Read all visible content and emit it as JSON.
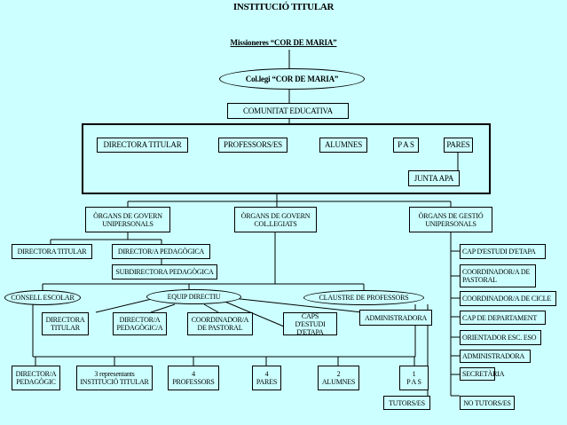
{
  "title": "INSTITUCIÓ TITULAR",
  "missioneres": "Missioneres “COR DE MARIA”",
  "collegi": "Col.legi “COR DE MARIA”",
  "comunitat": "COMUNITAT EDUCATIVA",
  "community_members": {
    "directora_titular": "DIRECTORA TITULAR",
    "professors": "PROFESSORS/ES",
    "alumnes": "ALUMNES",
    "pas": "P A S",
    "pares": "PARES",
    "junta_apa": "JUNTA APA"
  },
  "organs": {
    "govern_unipersonals": "ÒRGANS DE GOVERN\nUNIPERSONALS",
    "govern_collegiats": "ÒRGANS DE GOVERN\nCOL.LEGIATS",
    "gestio_unipersonals": "ÒRGANS DE GESTIÓ\nUNIPERSONALS"
  },
  "unipersonals": {
    "directora_titular": "DIRECTORA TITULAR",
    "directora_pedagogica": "DIRECTOR/A PEDAGÒGICA",
    "subdirectora": "SUBDIRECTORA PEDAGÒGICA"
  },
  "gestio": [
    "CAP D'ESTUDI D'ETAPA",
    "COORDINADOR/A DE\nPASTORAL",
    "COORDINADOR/A DE CICLE",
    "CAP DE DEPARTAMENT",
    "ORIENTADOR ESC. ESO",
    "ADMINISTRADORA",
    "SECRETÀRIA"
  ],
  "collegiats": {
    "consell": "CONSELL ESCOLAR",
    "equip": "EQUIP DIRECTIU",
    "claustre": "CLAUSTRE DE PROFESSORS"
  },
  "equip_members": {
    "directora_titular": "DIRECTORA\nTITULAR",
    "directora_pedagogica": "DIRECTOR/A\nPEDAGÒGIC/A",
    "coord_pastoral": "COORDINADOR/A\nDE PASTORAL",
    "caps_estudi": "CAPS D'ESTUDI\nD'ETAPA",
    "administradora": "ADMINISTRADORA"
  },
  "consell_members": {
    "director_pedagogic": "DIRECTOR/A\nPEDAGÒGIC",
    "institucio": "3 representants\nINSTITUCIÓ TITULAR",
    "professors": "4\nPROFESSORS",
    "pares": "4\nPARES",
    "alumnes": "2\nALUMNES",
    "pas": "1\nP A S"
  },
  "tutors": "TUTORS/ES",
  "no_tutors": "NO TUTORS/ES"
}
